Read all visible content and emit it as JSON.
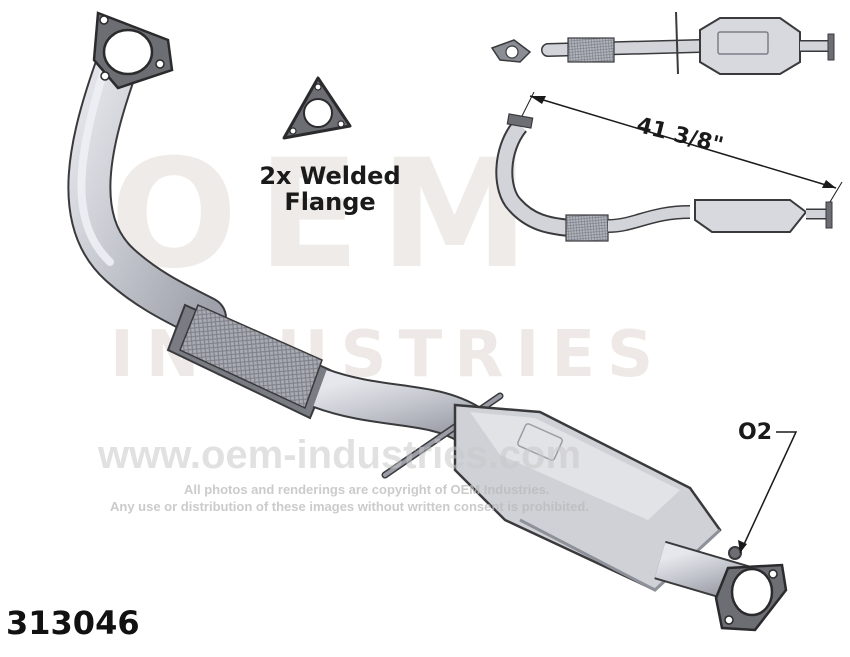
{
  "watermark": {
    "brand_top": "OEM",
    "brand_sub": "INDUSTRIES",
    "url": "www.oem-industries.com",
    "copyright_line1": "All photos and renderings are copyright of OEM Industries.",
    "copyright_line2": "Any use or distribution of these images without written consent is prohibited."
  },
  "labels": {
    "flange_note_line1": "2x Welded",
    "flange_note_line2": "Flange",
    "overall_length": "41 3/8\"",
    "sensor": "O2",
    "part_number": "313046"
  },
  "colors": {
    "pipe": "#c9cbd2",
    "pipe_shadow": "#9a9ca6",
    "flange": "#6d6e73",
    "outline": "#3a3a3d"
  }
}
